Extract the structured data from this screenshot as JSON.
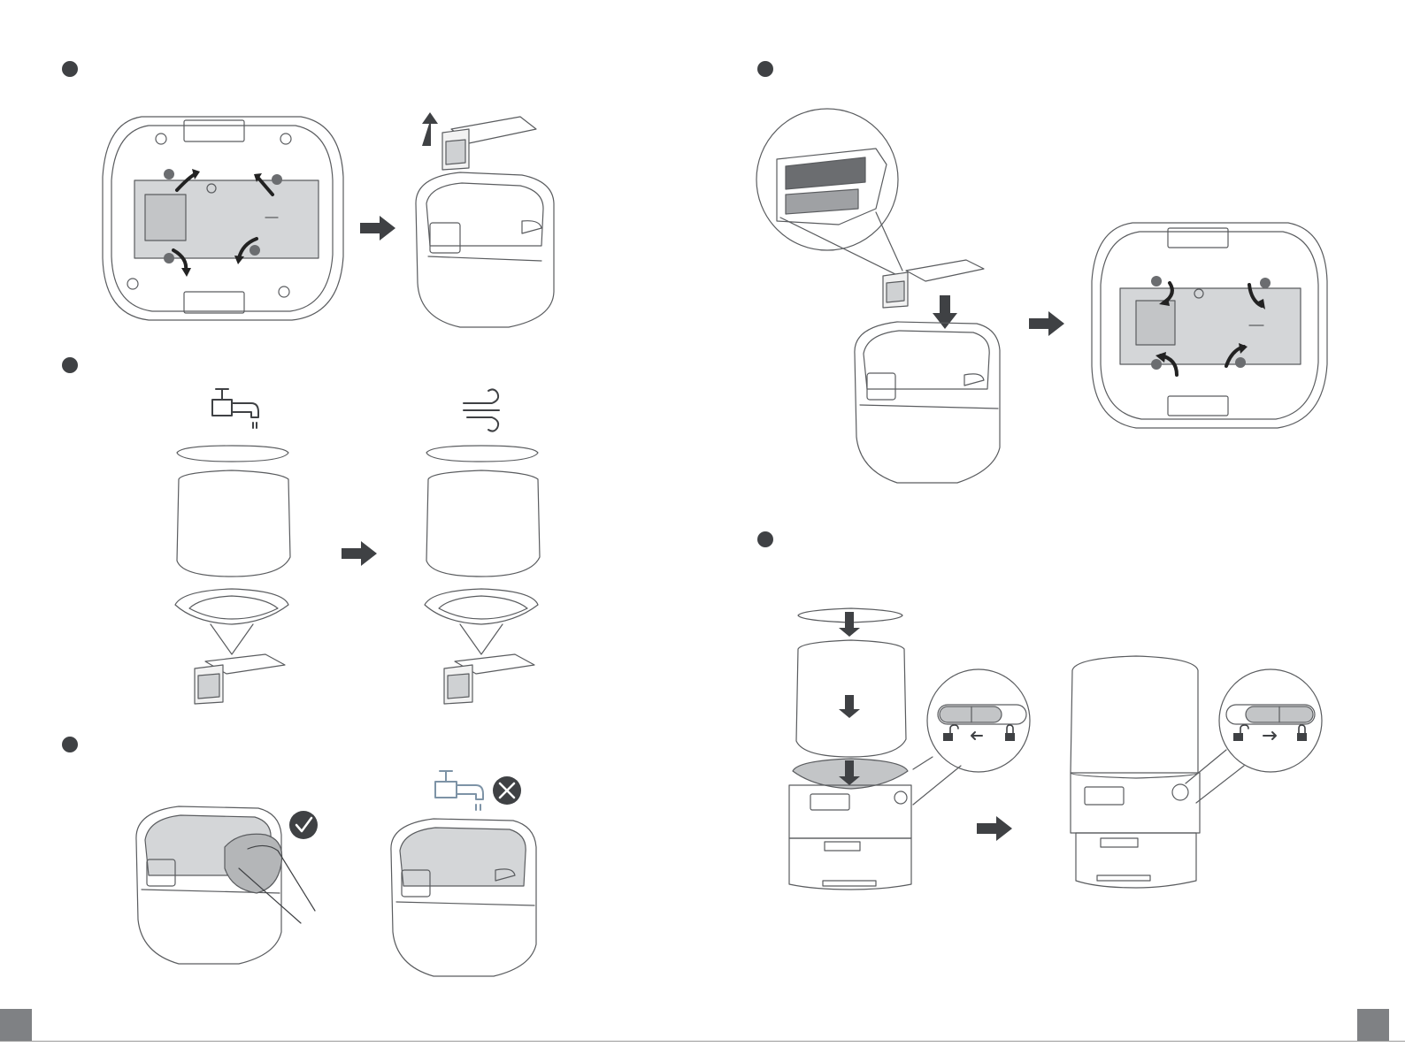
{
  "manual_spread": {
    "left_page": {
      "steps": [
        {
          "marker": "step-marker-1",
          "illustrations": [
            "bottom-view-base-screws",
            "lift-out-dispenser-module"
          ]
        },
        {
          "marker": "step-marker-2",
          "icons": [
            "rinse-tap-icon",
            "air-dry-icon"
          ],
          "illustrations": [
            "exploded-parts-wash",
            "exploded-parts-dry"
          ]
        },
        {
          "marker": "step-marker-3",
          "icons": [
            "check-icon",
            "no-rinse-icon",
            "cross-icon"
          ],
          "illustrations": [
            "wipe-base-with-cloth",
            "do-not-rinse-base"
          ]
        }
      ]
    },
    "right_page": {
      "steps": [
        {
          "marker": "step-marker-4",
          "illustrations": [
            "insert-dispenser-module",
            "bottom-view-tighten-screws"
          ]
        },
        {
          "marker": "step-marker-5",
          "icons": [
            "unlock-icon",
            "lock-icon"
          ],
          "illustrations": [
            "assemble-hopper",
            "assembled-feeder-locked"
          ]
        }
      ]
    }
  },
  "colors": {
    "ink": "#3f4144",
    "line": "#5a5c5f",
    "fill_gray": "#d4d6d8",
    "dark_gray": "#6b6d70",
    "tab_gray": "#7f8184",
    "paper": "#ffffff"
  }
}
